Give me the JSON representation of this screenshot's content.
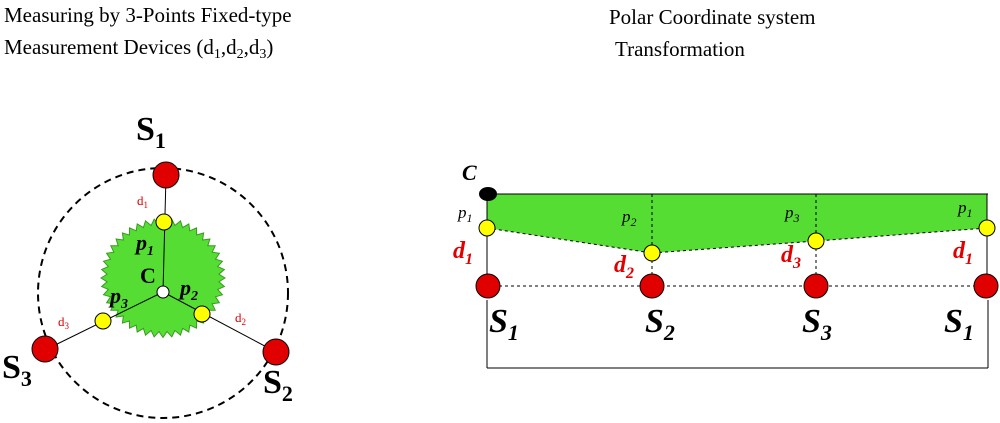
{
  "left_title": {
    "line1": "Measuring by 3-Points Fixed-type",
    "line2_prefix": "Measurement Devices (d",
    "sub1": "1",
    "comma1": ",d",
    "sub2": "2",
    "comma2": ",d",
    "sub3": "3",
    "close": ")"
  },
  "right_title": {
    "line1": "Polar Coordinate system",
    "line2": "Transformation"
  },
  "left_diagram": {
    "sensors": [
      {
        "letter": "S",
        "sub": "1"
      },
      {
        "letter": "S",
        "sub": "2"
      },
      {
        "letter": "S",
        "sub": "3"
      }
    ],
    "distances": [
      {
        "letter": "d",
        "sub": "1"
      },
      {
        "letter": "d",
        "sub": "2"
      },
      {
        "letter": "d",
        "sub": "3"
      }
    ],
    "points": [
      {
        "letter": "p",
        "sub": "1"
      },
      {
        "letter": "p",
        "sub": "2"
      },
      {
        "letter": "p",
        "sub": "3"
      }
    ],
    "center": "C"
  },
  "right_diagram": {
    "center": "C",
    "sensors": [
      {
        "letter": "S",
        "sub": "1"
      },
      {
        "letter": "S",
        "sub": "2"
      },
      {
        "letter": "S",
        "sub": "3"
      },
      {
        "letter": "S",
        "sub": "1"
      }
    ],
    "distances": [
      {
        "letter": "d",
        "sub": "1"
      },
      {
        "letter": "d",
        "sub": "2"
      },
      {
        "letter": "d",
        "sub": "3"
      },
      {
        "letter": "d",
        "sub": "1"
      }
    ],
    "points": [
      {
        "letter": "p",
        "sub": "1"
      },
      {
        "letter": "p",
        "sub": "2"
      },
      {
        "letter": "p",
        "sub": "3"
      },
      {
        "letter": "p",
        "sub": "1"
      }
    ]
  },
  "colors": {
    "sensor": "#e00000",
    "point": "#ffff00",
    "area": "#55dd33",
    "center_dot": "#000000"
  }
}
